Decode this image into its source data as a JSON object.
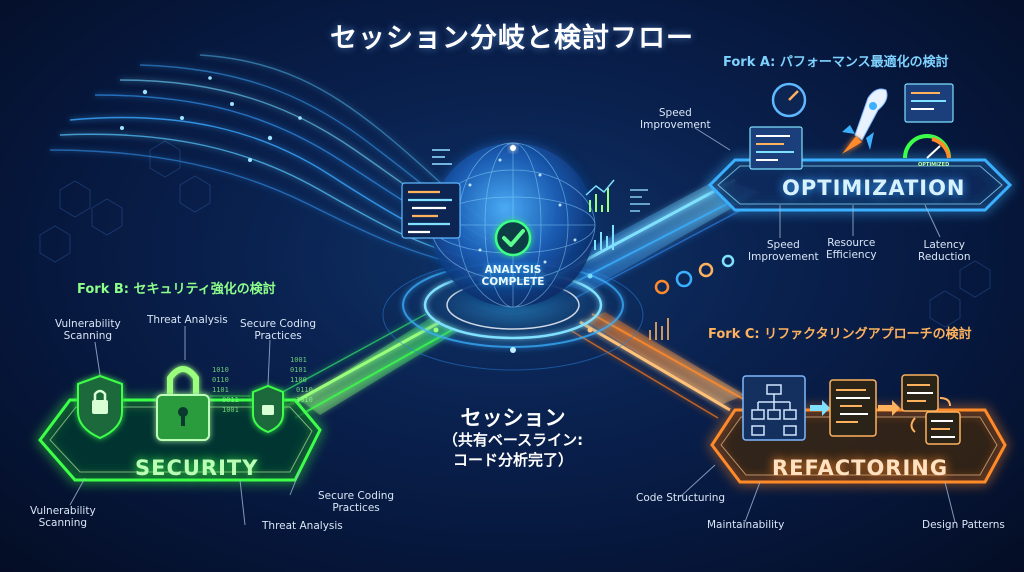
{
  "title": "セッション分岐と検討フロー",
  "center": {
    "title": "セッション",
    "subtitle_line1": "（共有ベースライン:",
    "subtitle_line2": "コード分析完了）",
    "badge_line1": "ANALYSIS",
    "badge_line2": "COMPLETE"
  },
  "fork_a": {
    "heading": "Fork A: パフォーマンス最適化の検討",
    "platform_label": "OPTIMIZATION",
    "speed_top_line1": "Speed",
    "speed_top_line2": "Improvement",
    "speed_bottom_line1": "Speed",
    "speed_bottom_line2": "Improvement",
    "resource_line1": "Resource",
    "resource_line2": "Efficiency",
    "latency_line1": "Latency",
    "latency_line2": "Reduction",
    "gauge_caption": "OPTIMIZED"
  },
  "fork_b": {
    "heading": "Fork B: セキュリティ強化の検討",
    "platform_label": "SECURITY",
    "vuln_top_line1": "Vulnerability",
    "vuln_top_line2": "Scanning",
    "threat_top": "Threat Analysis",
    "coding_top_line1": "Secure Coding",
    "coding_top_line2": "Practices",
    "vuln_bottom_line1": "Vulnerability",
    "vuln_bottom_line2": "Scanning",
    "coding_bottom_line1": "Secure Coding",
    "coding_bottom_line2": "Practices",
    "threat_bottom": "Threat Analysis"
  },
  "fork_c": {
    "heading": "Fork C: リファクタリングアプローチの検討",
    "platform_label": "REFACTORING",
    "code_structuring": "Code Structuring",
    "maintainability": "Maintainability",
    "design_patterns": "Design Patterns"
  },
  "colors": {
    "blue": "#3ab0ff",
    "green": "#3cff4a",
    "orange": "#ff8a2a",
    "background": "#061430"
  }
}
